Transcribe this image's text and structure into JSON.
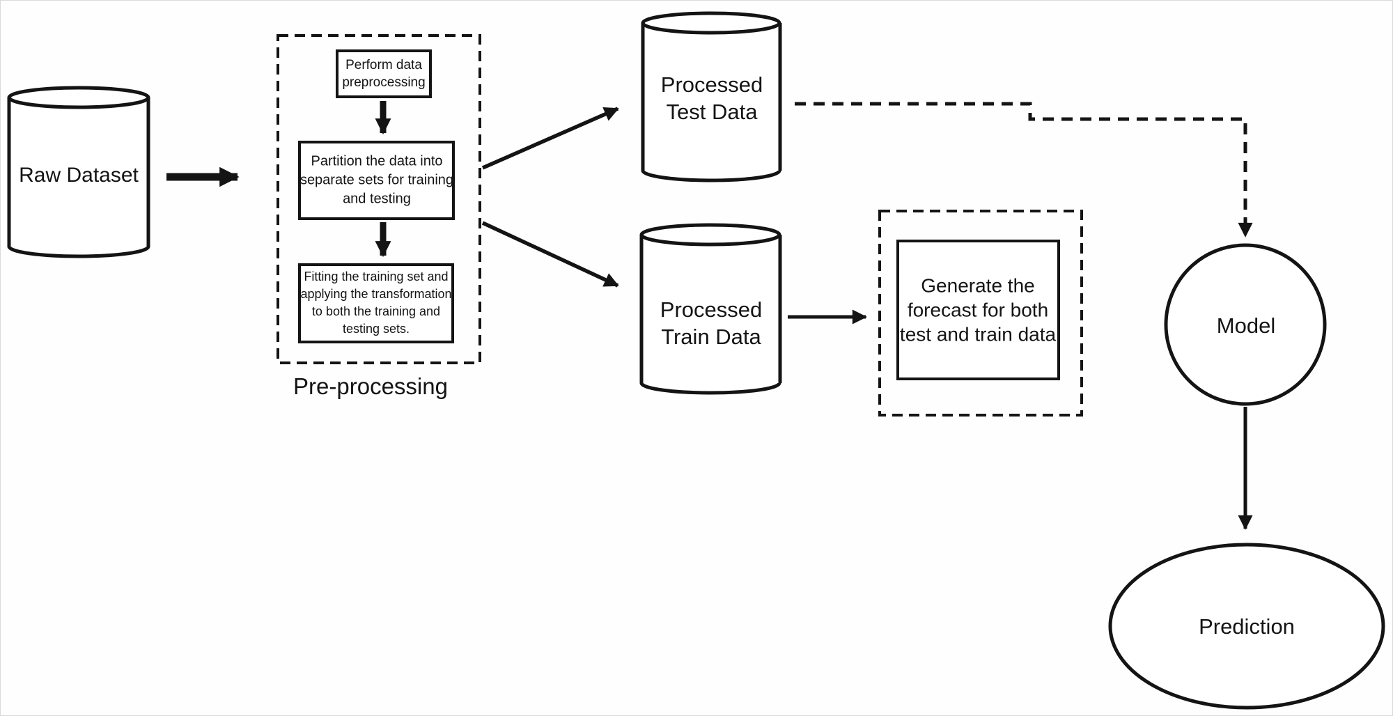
{
  "colors": {
    "ink": "#141414",
    "background": "#ffffff"
  },
  "nodes": {
    "raw_dataset": {
      "shape": "cylinder",
      "label": "Raw Dataset"
    },
    "preprocessing": {
      "shape": "dashed-group",
      "group_label": "Pre-processing",
      "steps": [
        {
          "label": "Perform data\npreprocessing"
        },
        {
          "label": "Partition the data into\nseparate sets for training\nand testing"
        },
        {
          "label": "Fitting the training set and\napplying the transformation\nto both the training and\ntesting sets."
        }
      ]
    },
    "processed_test_data": {
      "shape": "cylinder",
      "label": "Processed\nTest Data"
    },
    "processed_train_data": {
      "shape": "cylinder",
      "label": "Processed\nTrain Data"
    },
    "generate_forecast": {
      "shape": "dashed-group-box",
      "label": "Generate the\nforecast for both\ntest and train data"
    },
    "model": {
      "shape": "circle",
      "label": "Model"
    },
    "prediction": {
      "shape": "ellipse",
      "label": "Prediction"
    }
  }
}
